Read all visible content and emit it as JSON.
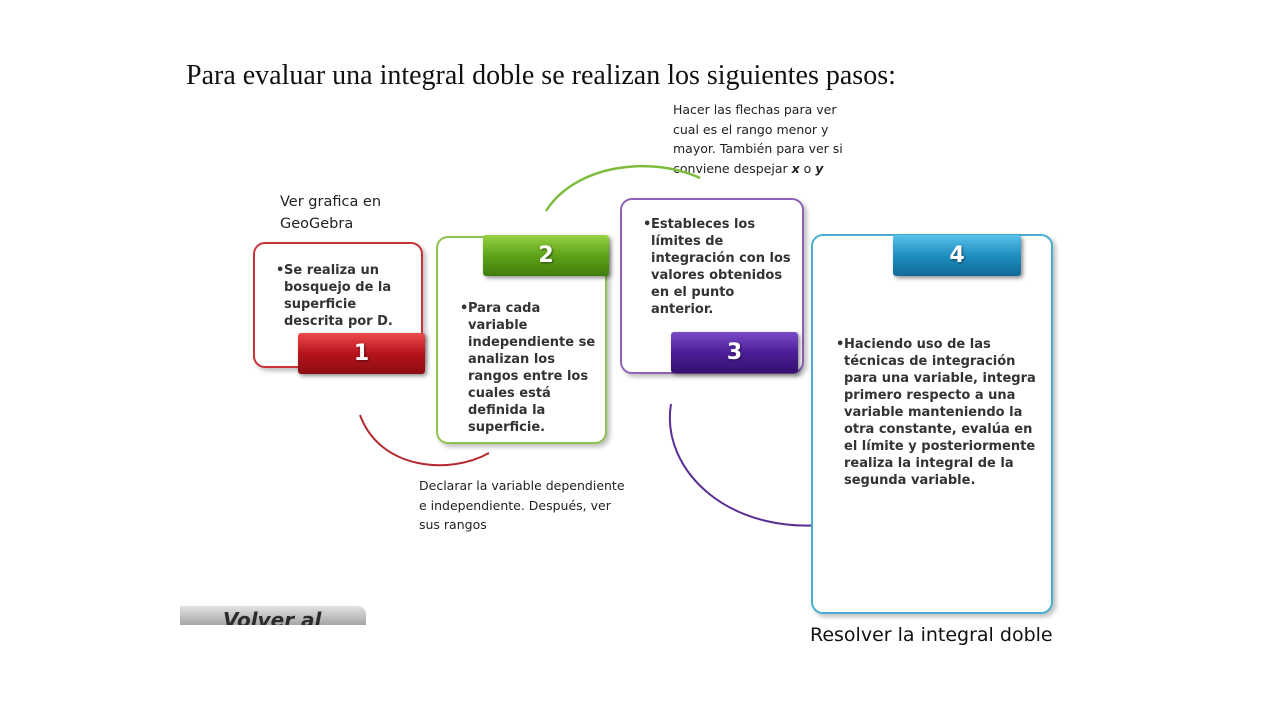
{
  "title": "Para evaluar una integral doble se realizan los siguientes pasos:",
  "notes": {
    "geogebra": "Ver grafica en GeoGebra",
    "arrows": "Hacer las flechas para ver cual es el rango menor y mayor. También para ver si conviene despejar",
    "arrows_x": "x",
    "arrows_o": " o ",
    "arrows_y": "y",
    "declare": "Declarar la variable dependiente e independiente. Después, ver sus rangos",
    "resolve": "Resolver la integral doble"
  },
  "steps": [
    {
      "number": "1",
      "text": "Se realiza un bosquejo de la superficie descrita por D.",
      "color": "#c8333a"
    },
    {
      "number": "2",
      "text": "Para cada variable independiente se analizan los rangos entre los cuales está definida la superficie.",
      "color": "#8fc14e"
    },
    {
      "number": "3",
      "text": "Estableces los límites de integración con los valores obtenidos en el punto anterior.",
      "color": "#8f62b3"
    },
    {
      "number": "4",
      "text": "Haciendo uso de las técnicas de integración para una variable, integra primero respecto a una variable manteniendo la otra constante, evalúa en el límite y posteriormente realiza la integral de la segunda variable.",
      "color": "#49aed3"
    }
  ],
  "back_button": {
    "label": "Volver al"
  }
}
